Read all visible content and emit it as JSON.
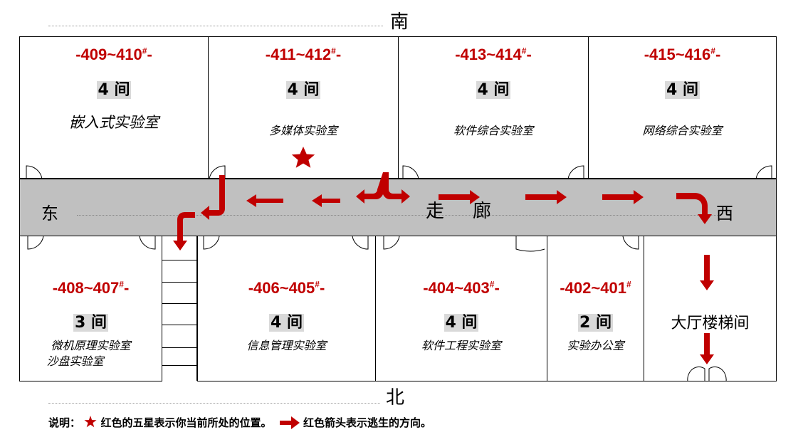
{
  "compass": {
    "south": "南",
    "north": "北",
    "east": "东",
    "west": "西"
  },
  "corridor": {
    "label_1": "走",
    "label_2": "廊"
  },
  "rooms_top": [
    {
      "code": "-409~410",
      "mark": "#",
      "suffix": "-",
      "count": "4 间",
      "name": "嵌入式实验室"
    },
    {
      "code": "-411~412",
      "mark": "#",
      "suffix": "-",
      "count": "4 间",
      "name": "多媒体实验室"
    },
    {
      "code": "-413~414",
      "mark": "#",
      "suffix": "-",
      "count": "4 间",
      "name": "软件综合实验室"
    },
    {
      "code": "-415~416",
      "mark": "#",
      "suffix": "-",
      "count": "4 间",
      "name": "网络综合实验室"
    }
  ],
  "rooms_bottom": [
    {
      "code": "-408~407",
      "mark": "#",
      "suffix": "-",
      "count": "3 间",
      "name": "微机原理实验室",
      "name2": "沙盘实验室"
    },
    {
      "code": "-406~405",
      "mark": "#",
      "suffix": "-",
      "count": "4 间",
      "name": "信息管理实验室"
    },
    {
      "code": "-404~403",
      "mark": "#",
      "suffix": "-",
      "count": "4 间",
      "name": "软件工程实验室"
    },
    {
      "code": "-402~401",
      "mark": "#",
      "suffix": "",
      "count": "2 间",
      "name": "实验办公室"
    }
  ],
  "hall": {
    "name": "大厅楼梯间"
  },
  "legend": {
    "prefix": "说明：",
    "star_text": "红色的五星表示你当前所处的位置。",
    "arrow_text": "红色箭头表示逃生的方向。"
  },
  "colors": {
    "accent": "#c00000",
    "corridor": "#c0c0c0",
    "count_bg": "#d9d9d9"
  },
  "icons": {
    "position": "star-icon",
    "escape": "arrow-icon"
  }
}
